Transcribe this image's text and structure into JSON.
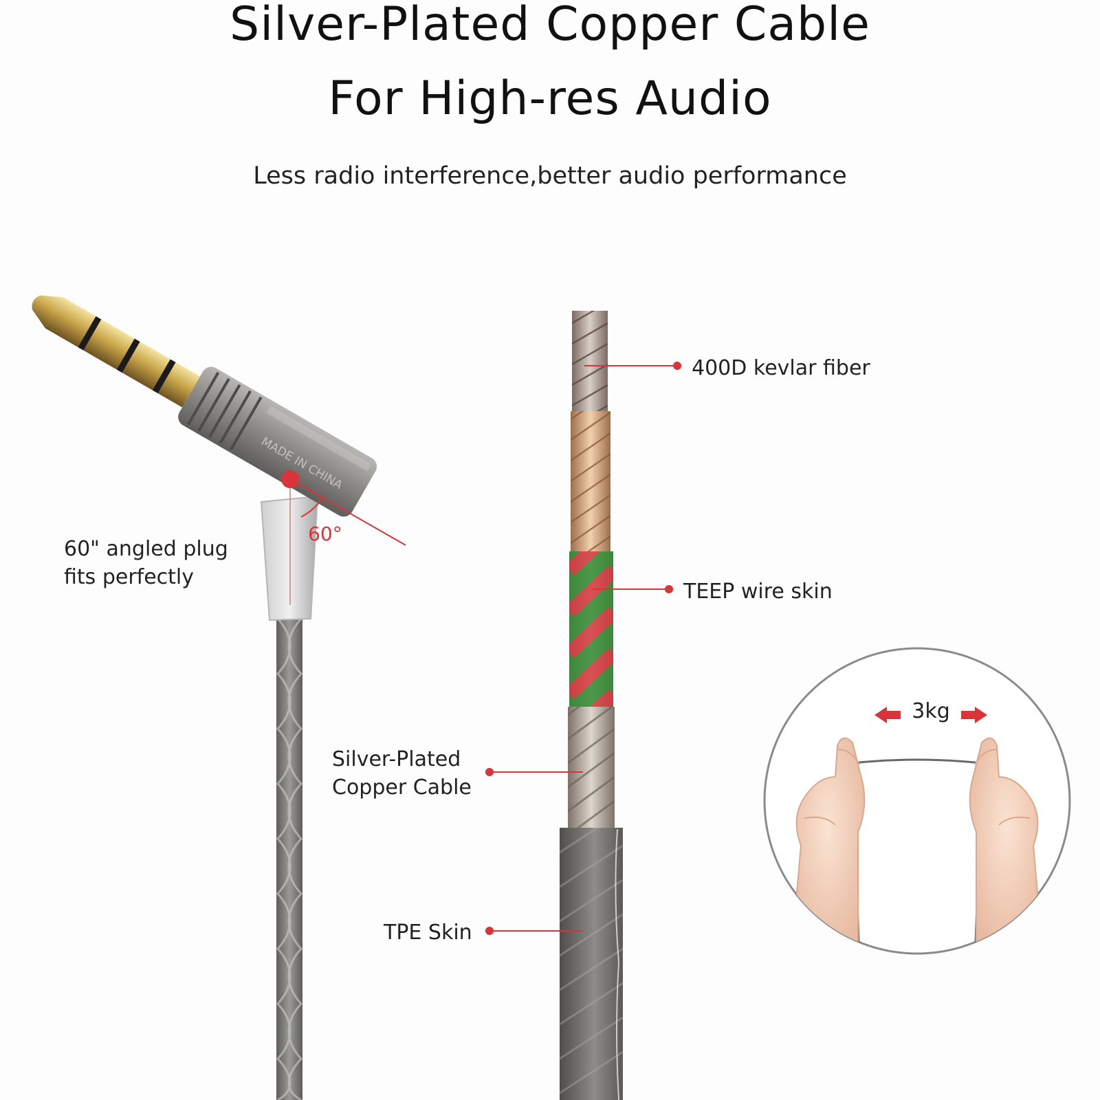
{
  "header": {
    "title_line1": "Silver-Plated Copper Cable",
    "title_line2": "For High-res Audio",
    "subtitle": "Less radio interference,better audio performance"
  },
  "plug": {
    "label_line1": "60\" angled plug",
    "label_line2": "fits perfectly",
    "angle_label": "60°",
    "imprint": "MADE IN CHINA"
  },
  "layers": {
    "kevlar": "400D kevlar fiber",
    "teep": "TEEP wire skin",
    "copper_line1": "Silver-Plated",
    "copper_line2": "Copper Cable",
    "tpe": "TPE Skin"
  },
  "strength": {
    "load_label": "3kg"
  },
  "colors": {
    "accent_red": "#d8343a",
    "wire_green": "#2e8b2e",
    "gold": "#c9a64a",
    "cable_gray": "#7c7b78"
  }
}
